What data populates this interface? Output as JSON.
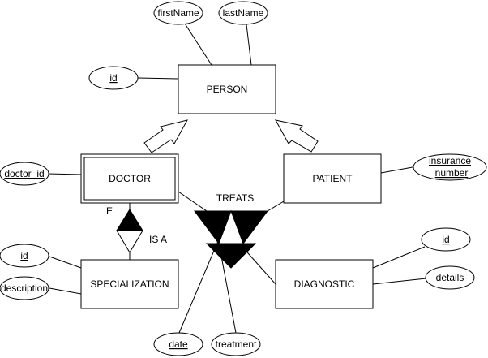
{
  "entities": {
    "person": "PERSON",
    "doctor": "DOCTOR",
    "patient": "PATIENT",
    "specialization": "SPECIALIZATION",
    "diagnostic": "DIAGNOSTIC"
  },
  "attributes": {
    "person_id": "id",
    "first_name": "firstName",
    "last_name": "lastName",
    "doctor_id": "doctor_id",
    "insurance_line1": "insurance",
    "insurance_line2": "number",
    "spec_id": "id",
    "description": "description",
    "diag_id": "id",
    "details": "details",
    "date": "date",
    "treatment": "treatment"
  },
  "relationships": {
    "treats": "TREATS",
    "is_a": "IS A",
    "e_marker": "E"
  }
}
